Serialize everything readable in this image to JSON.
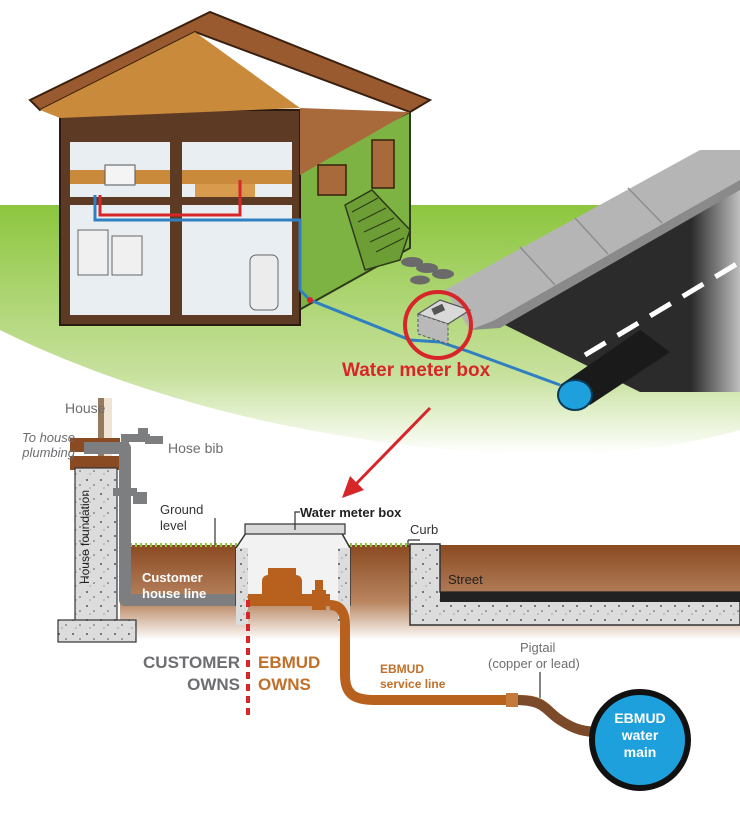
{
  "labels": {
    "meter_box_callout": "Water meter box",
    "house": "House",
    "to_house_plumbing": "To house plumbing",
    "hose_bib": "Hose bib",
    "ground_level": "Ground level",
    "water_meter_box": "Water meter box",
    "curb": "Curb",
    "street": "Street",
    "customer_house_line": "Customer house line",
    "house_foundation": "House foundation",
    "customer_owns": "CUSTOMER OWNS",
    "ebmud_owns": "EBMUD OWNS",
    "ebmud_service_line": "EBMUD service line",
    "pigtail": "Pigtail",
    "pigtail_note": "(copper or lead)",
    "water_main": "EBMUD water main"
  },
  "colors": {
    "callout_red": "#d7262a",
    "customer_gray": "#6d6e71",
    "ebmud_orange": "#c0702a",
    "water_main_blue": "#1ea0dc",
    "pipe_blue": "#2f7fc1",
    "grass_green": "#8dc63f",
    "soil_brown": "#9a5a30"
  }
}
